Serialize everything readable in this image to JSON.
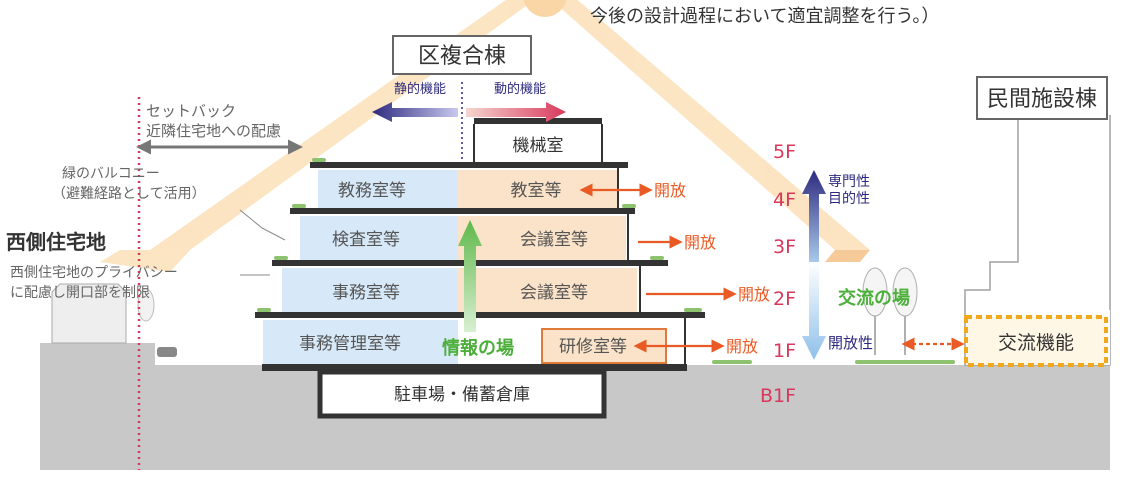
{
  "note_top": "今後の設計過程において適宜調整を行う。）",
  "building_title": "区複合棟",
  "private_building": "民間施設棟",
  "axis": {
    "static": "静的機能",
    "dynamic": "動的機能"
  },
  "setback": {
    "line1": "セットバック",
    "line2": "近隣住宅地への配慮"
  },
  "green_balcony": {
    "line1": "緑のバルコニー",
    "line2": "（避難経路として活用）"
  },
  "west_residential": "西側住宅地",
  "privacy": {
    "line1": "西側住宅地のプライバシー",
    "line2": "に配慮し開口部を制限"
  },
  "rooms": {
    "machine": "機械室",
    "office_affairs": "教務室等",
    "classroom": "教室等",
    "inspection": "検査室等",
    "meeting3": "会議室等",
    "office": "事務室等",
    "meeting2": "会議室等",
    "admin": "事務管理室等",
    "training": "研修室等",
    "parking": "駐車場・備蓄倉庫"
  },
  "info_place": "情報の場",
  "open_label": "開放",
  "floors": [
    "5F",
    "4F",
    "3F",
    "2F",
    "1F",
    "B1F"
  ],
  "specialty": {
    "line1": "専門性",
    "line2": "目的性"
  },
  "openness": "開放性",
  "exchange_place": "交流の場",
  "exchange_function": "交流機能",
  "colors": {
    "blue_room": "#d7e9f8",
    "orange_room": "#fbe3c9",
    "orange_arrow": "#ea5a24",
    "green_arrow": "#5fb84a",
    "navy": "#2d2a7e",
    "floor_red": "#d8385c",
    "ground": "#c8c8c8",
    "sun_glow": "#fbdcae",
    "yellow_frame": "#f3a71b"
  }
}
